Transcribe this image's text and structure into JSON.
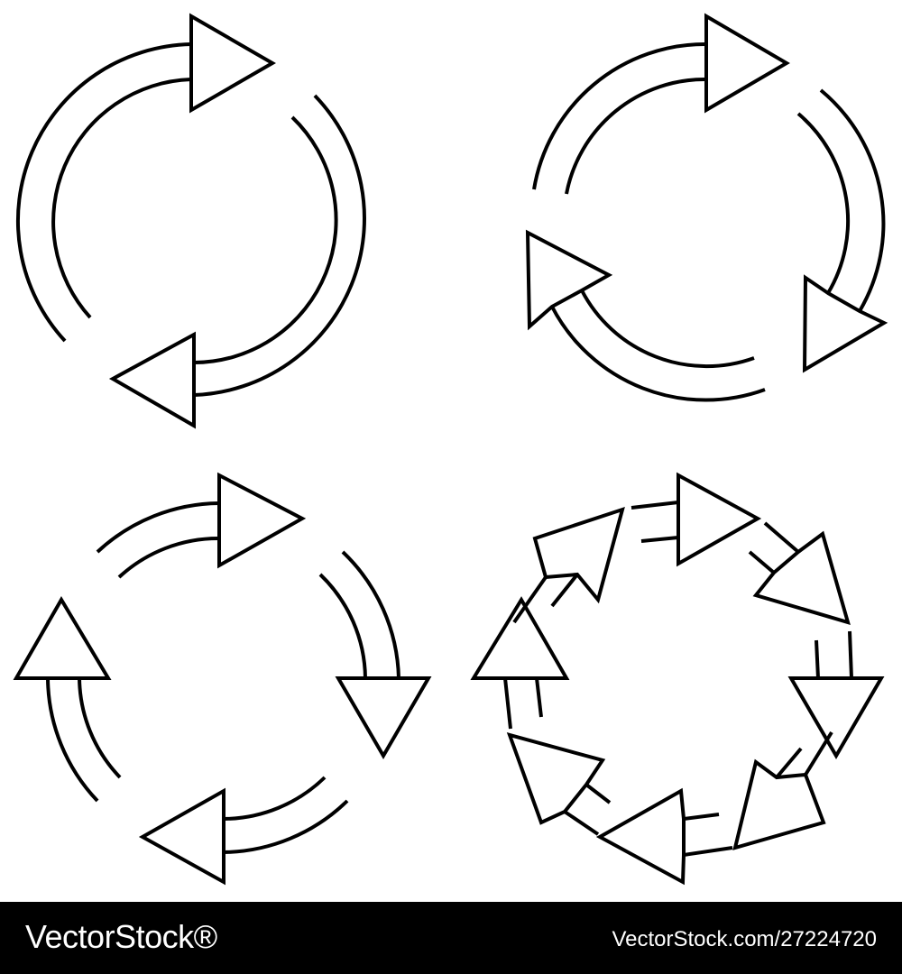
{
  "icons": [
    {
      "name": "two-arrow-cycle-icon",
      "arrows": 2
    },
    {
      "name": "three-arrow-cycle-icon",
      "arrows": 3
    },
    {
      "name": "four-arrow-cycle-icon",
      "arrows": 4
    },
    {
      "name": "eight-arrow-cycle-icon",
      "arrows": 8
    }
  ],
  "footer": {
    "brand": "VectorStock®",
    "stock_id": "VectorStock.com/27224720",
    "background": "#000000",
    "text_color": "#ffffff"
  }
}
